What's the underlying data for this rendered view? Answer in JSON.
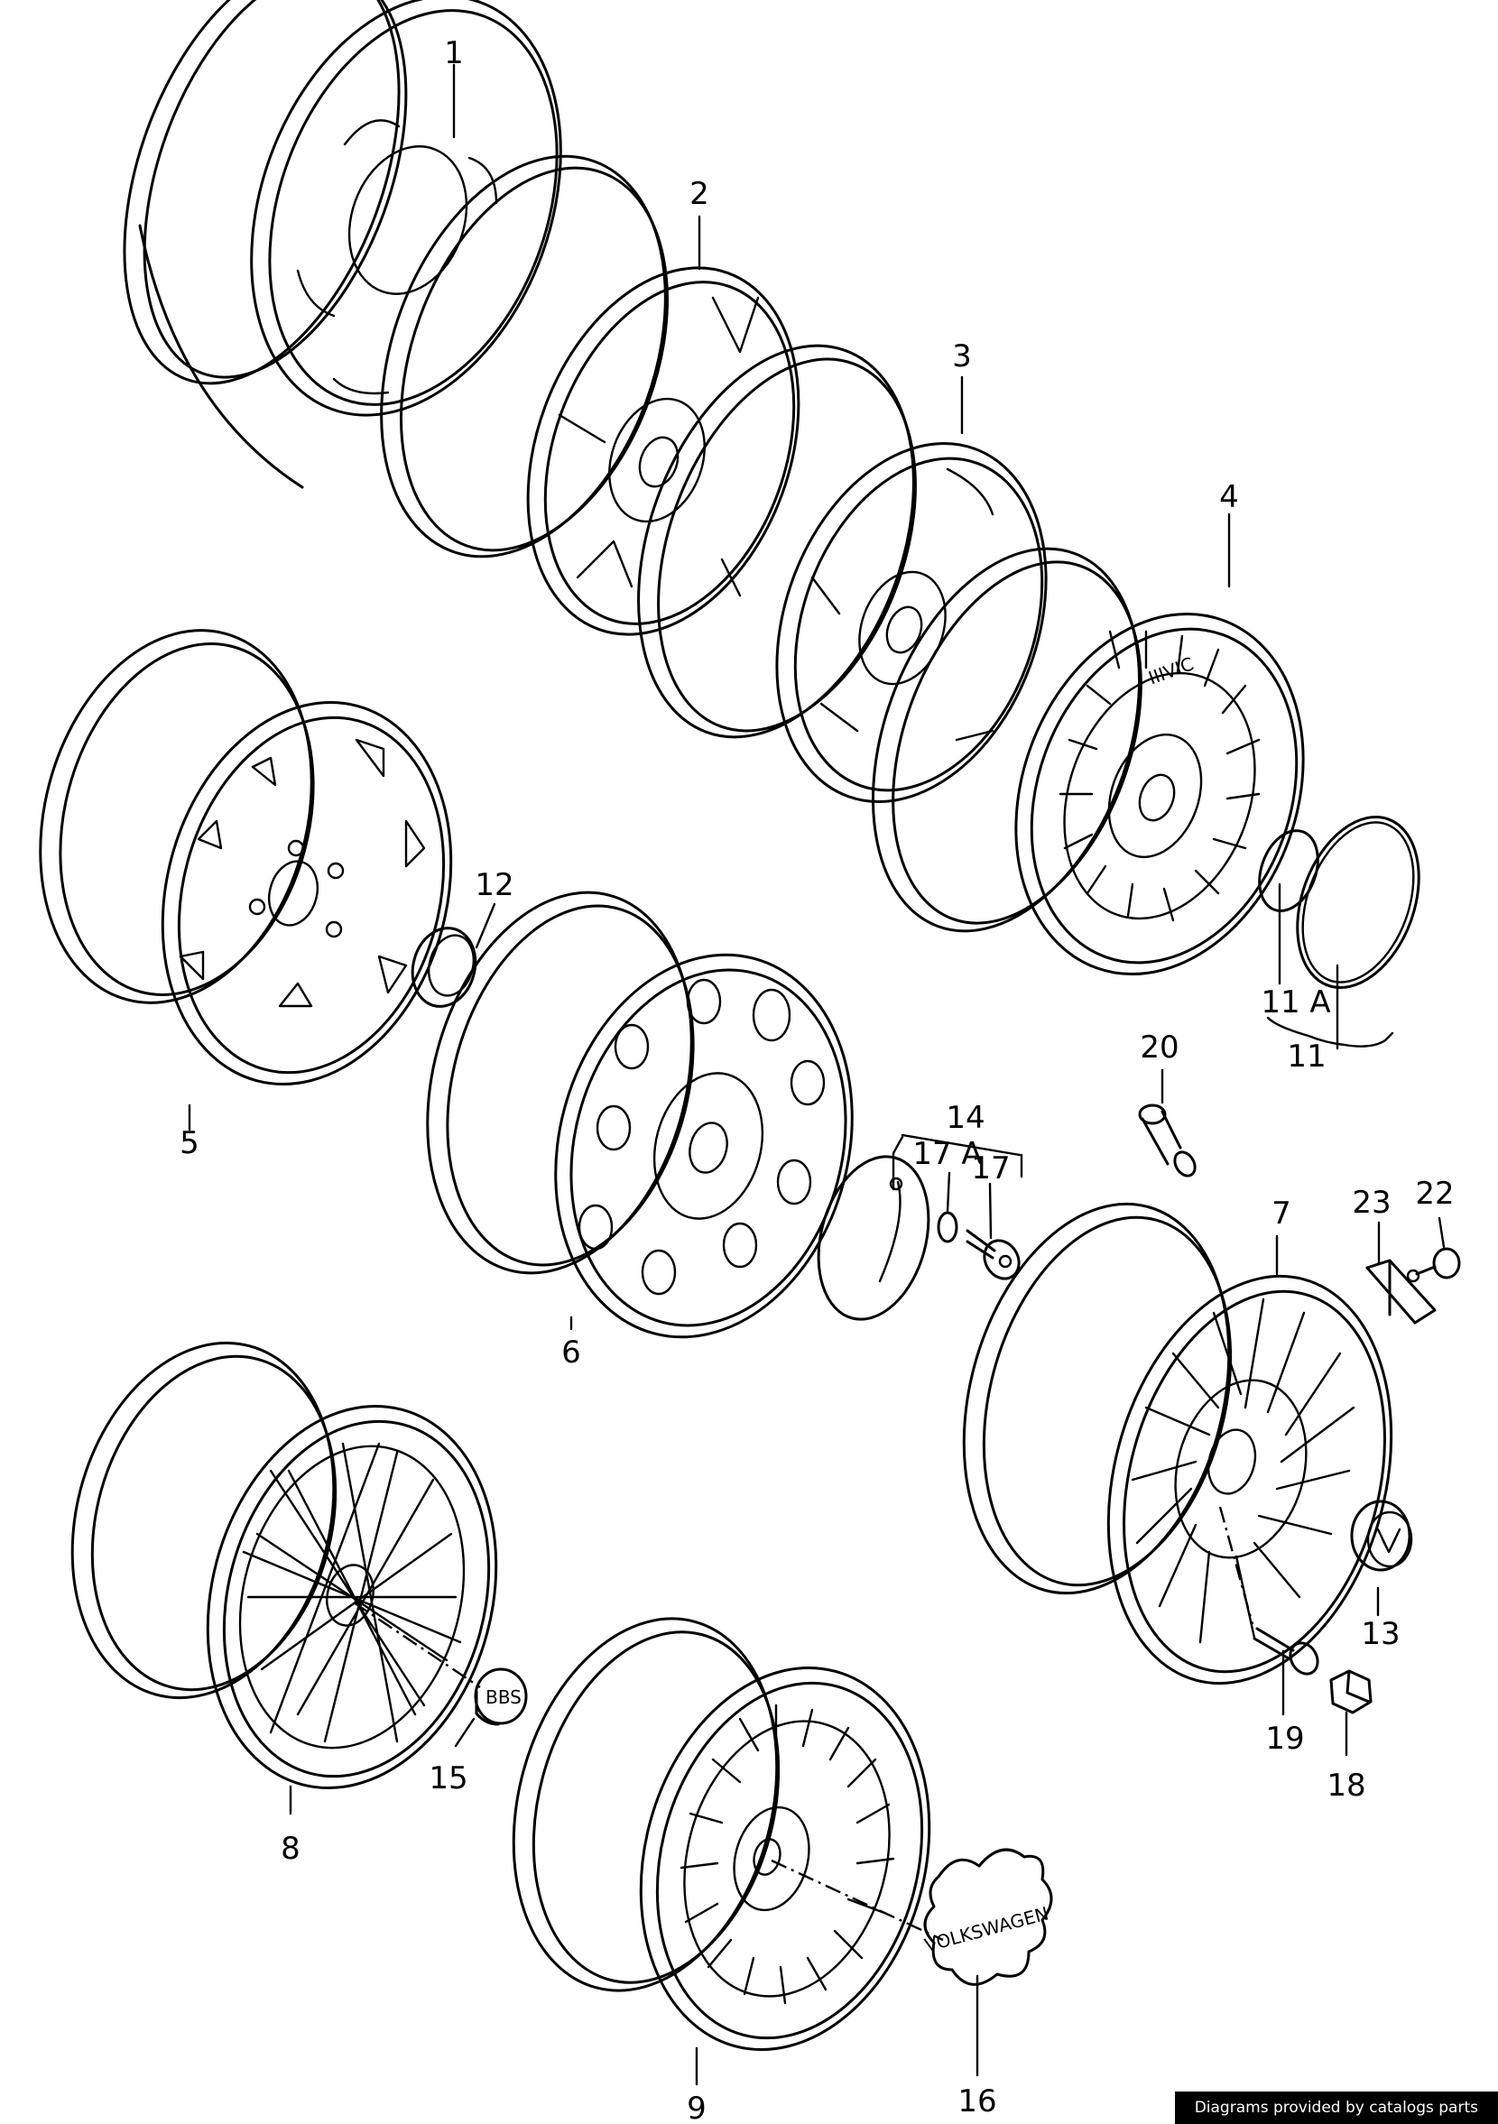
{
  "labels": {
    "p1": "1",
    "p2": "2",
    "p3": "3",
    "p4": "4",
    "p5": "5",
    "p6": "6",
    "p7": "7",
    "p8": "8",
    "p9": "9",
    "p11": "11",
    "p11a": "11 A",
    "p12": "12",
    "p13": "13",
    "p14": "14",
    "p15": "15",
    "p16": "16",
    "p17": "17",
    "p17a": "17 A",
    "p18": "18",
    "p19": "19",
    "p20": "20",
    "p22": "22",
    "p23": "23"
  },
  "markings": {
    "cap_15": "BBS",
    "cap_16": "VOLKSWAGEN",
    "wheel_4": "IIIVIC"
  },
  "credit": "Diagrams provided by catalogs parts"
}
